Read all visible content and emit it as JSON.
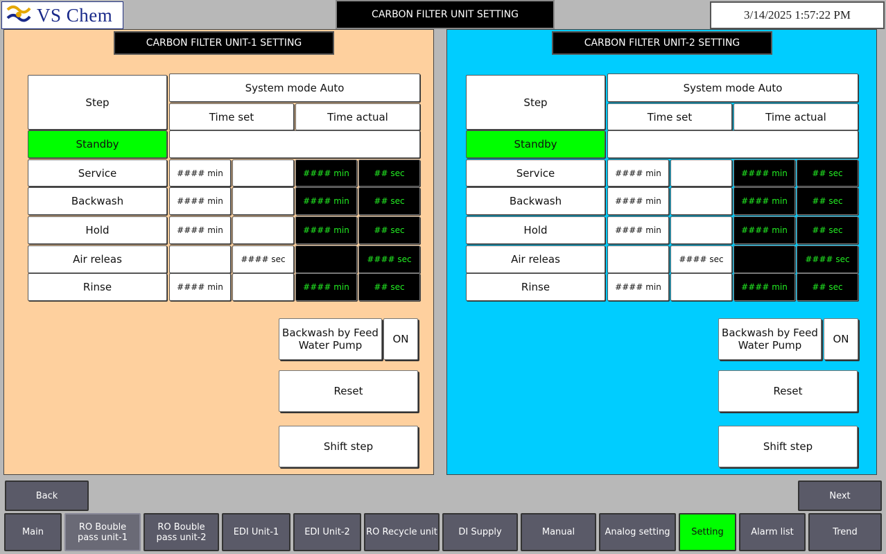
{
  "header": {
    "logo_text": "VS Chem",
    "screen_title": "CARBON FILTER UNIT SETTING",
    "datetime": "3/14/2025 1:57:22 PM"
  },
  "colors": {
    "panel1_bg": "#fed09e",
    "panel2_bg": "#00cdff",
    "active_green": "#00ff00",
    "readout_green": "#22ee22",
    "nav_button": "#5a5a68"
  },
  "units": [
    {
      "title": "CARBON FILTER UNIT-1 SETTING",
      "step_header": "Step",
      "mode_header": "System mode Auto",
      "time_set_header": "Time set",
      "time_actual_header": "Time actual",
      "standby": "Standby",
      "steps": [
        {
          "label": "Service",
          "set_min": "#### min",
          "set_sec": "",
          "act_min": "#### min",
          "act_sec": "## sec"
        },
        {
          "label": "Backwash",
          "set_min": "#### min",
          "set_sec": "",
          "act_min": "#### min",
          "act_sec": "## sec"
        },
        {
          "label": "Hold",
          "set_min": "#### min",
          "set_sec": "",
          "act_min": "#### min",
          "act_sec": "## sec"
        },
        {
          "label": "Air releas",
          "set_min": "",
          "set_sec": "#### sec",
          "act_min": "",
          "act_sec": "#### sec"
        },
        {
          "label": "Rinse",
          "set_min": "#### min",
          "set_sec": "",
          "act_min": "#### min",
          "act_sec": "## sec"
        }
      ],
      "backwash_pump_label": "Backwash by Feed Water Pump",
      "backwash_pump_state": "ON",
      "reset_label": "Reset",
      "shift_label": "Shift step"
    },
    {
      "title": "CARBON FILTER UNIT-2 SETTING",
      "step_header": "Step",
      "mode_header": "System mode Auto",
      "time_set_header": "Time set",
      "time_actual_header": "Time actual",
      "standby": "Standby",
      "steps": [
        {
          "label": "Service",
          "set_min": "#### min",
          "set_sec": "",
          "act_min": "#### min",
          "act_sec": "## sec"
        },
        {
          "label": "Backwash",
          "set_min": "#### min",
          "set_sec": "",
          "act_min": "#### min",
          "act_sec": "## sec"
        },
        {
          "label": "Hold",
          "set_min": "#### min",
          "set_sec": "",
          "act_min": "#### min",
          "act_sec": "## sec"
        },
        {
          "label": "Air releas",
          "set_min": "",
          "set_sec": "#### sec",
          "act_min": "",
          "act_sec": "#### sec"
        },
        {
          "label": "Rinse",
          "set_min": "#### min",
          "set_sec": "",
          "act_min": "#### min",
          "act_sec": "## sec"
        }
      ],
      "backwash_pump_label": "Backwash by Feed Water Pump",
      "backwash_pump_state": "ON",
      "reset_label": "Reset",
      "shift_label": "Shift step"
    }
  ],
  "nav": {
    "back": "Back",
    "next": "Next",
    "tabs": [
      {
        "label": "Main"
      },
      {
        "label": "RO Bouble pass unit-1"
      },
      {
        "label": "RO Bouble pass unit-2"
      },
      {
        "label": "EDI Unit-1"
      },
      {
        "label": "EDI Unit-2"
      },
      {
        "label": "RO Recycle unit"
      },
      {
        "label": "DI Supply"
      },
      {
        "label": "Manual"
      },
      {
        "label": "Analog setting"
      },
      {
        "label": "Setting",
        "active": true
      },
      {
        "label": "Alarm list"
      },
      {
        "label": "Trend"
      }
    ]
  }
}
